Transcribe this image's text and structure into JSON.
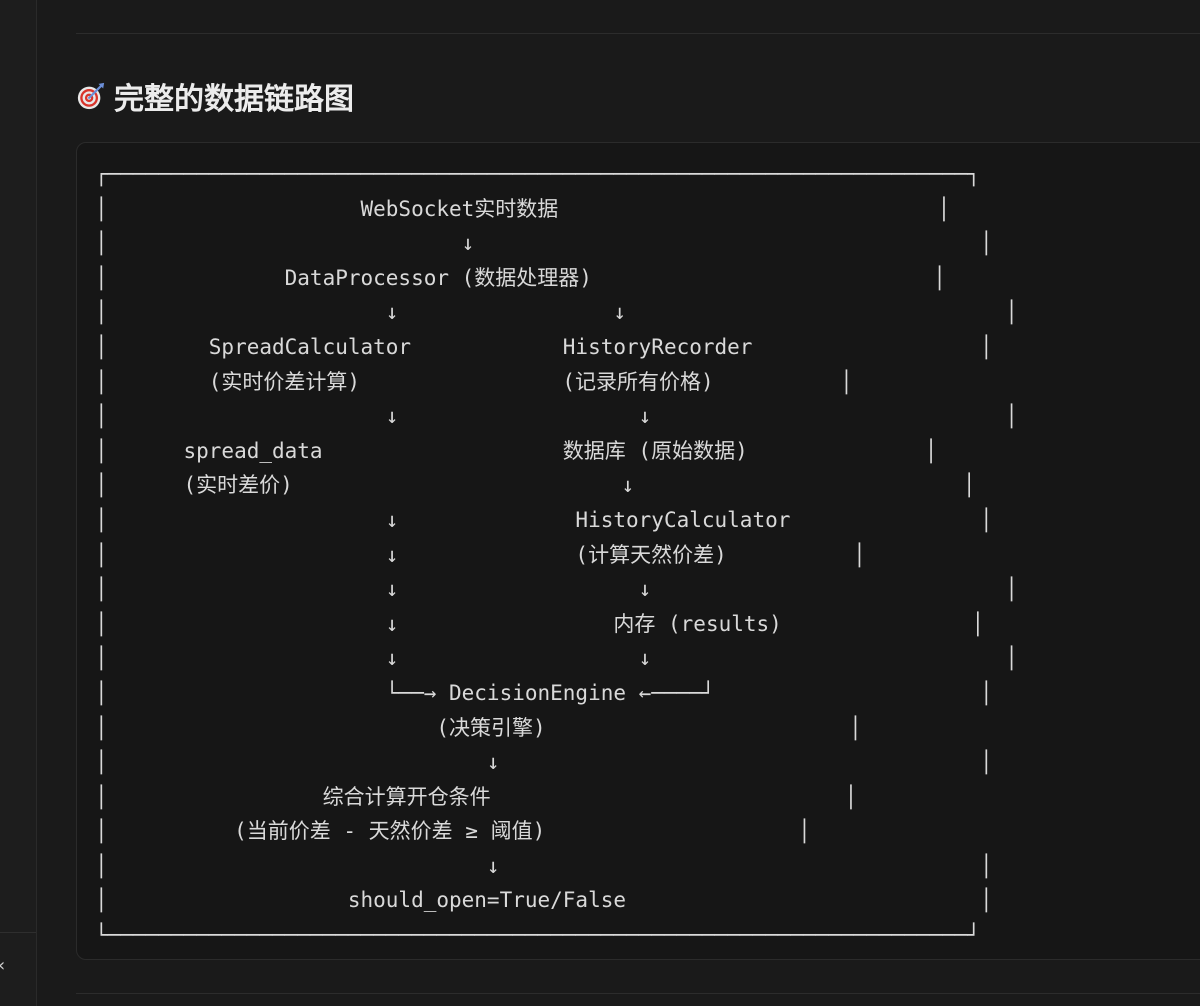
{
  "heading": {
    "icon": "target-icon",
    "title": "完整的数据链路图"
  },
  "code_block": {
    "highlighted_line": 11,
    "lines": [
      "┌────────────────────────────────────────────────────────────────────┐",
      "│                    WebSocket实时数据                              │",
      "│                            ↓                                        │",
      "│              DataProcessor (数据处理器)                           │",
      "│                      ↓                 ↓                              │",
      "│        SpreadCalculator            HistoryRecorder                  │",
      "│        (实时价差计算)                (记录所有价格)          │",
      "│                      ↓                   ↓                            │",
      "│      spread_data                   数据库 (原始数据)              │",
      "│      (实时差价)                          ↓                          │",
      "│                      ↓              HistoryCalculator               │",
      "│                      ↓              (计算天然价差)          │",
      "│                      ↓                   ↓                            │",
      "│                      ↓                 内存 (results)               │",
      "│                      ↓                   ↓                            │",
      "│                      └──→ DecisionEngine ←────┘                     │",
      "│                          (决策引擎)                        │",
      "│                              ↓                                      │",
      "│                 综合计算开仓条件                            │",
      "│          (当前价差 - 天然价差 ≥ 阈值)                    │",
      "│                              ↓                                      │",
      "│                   should_open=True/False                            │",
      "└────────────────────────────────────────────────────────────────────┘"
    ]
  }
}
